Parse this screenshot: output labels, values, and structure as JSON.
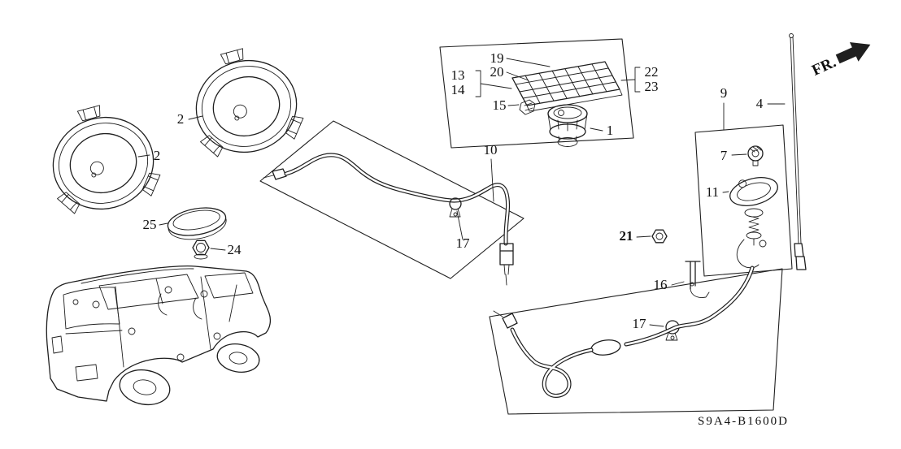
{
  "diagram_code": "S9A4-B1600D",
  "fr_arrow": {
    "label": "FR."
  },
  "part_labels": {
    "p1": "1",
    "p2_upper": "2",
    "p2_lower": "2",
    "p4": "4",
    "p7": "7",
    "p9": "9",
    "p10": "10",
    "p11": "11",
    "p13": "13",
    "p14": "14",
    "p15": "15",
    "p16": "16",
    "p17_cable": "17",
    "p17_body": "17",
    "p19": "19",
    "p20": "20",
    "p21": "21",
    "p22": "22",
    "p23": "23",
    "p24": "24",
    "p25": "25"
  }
}
